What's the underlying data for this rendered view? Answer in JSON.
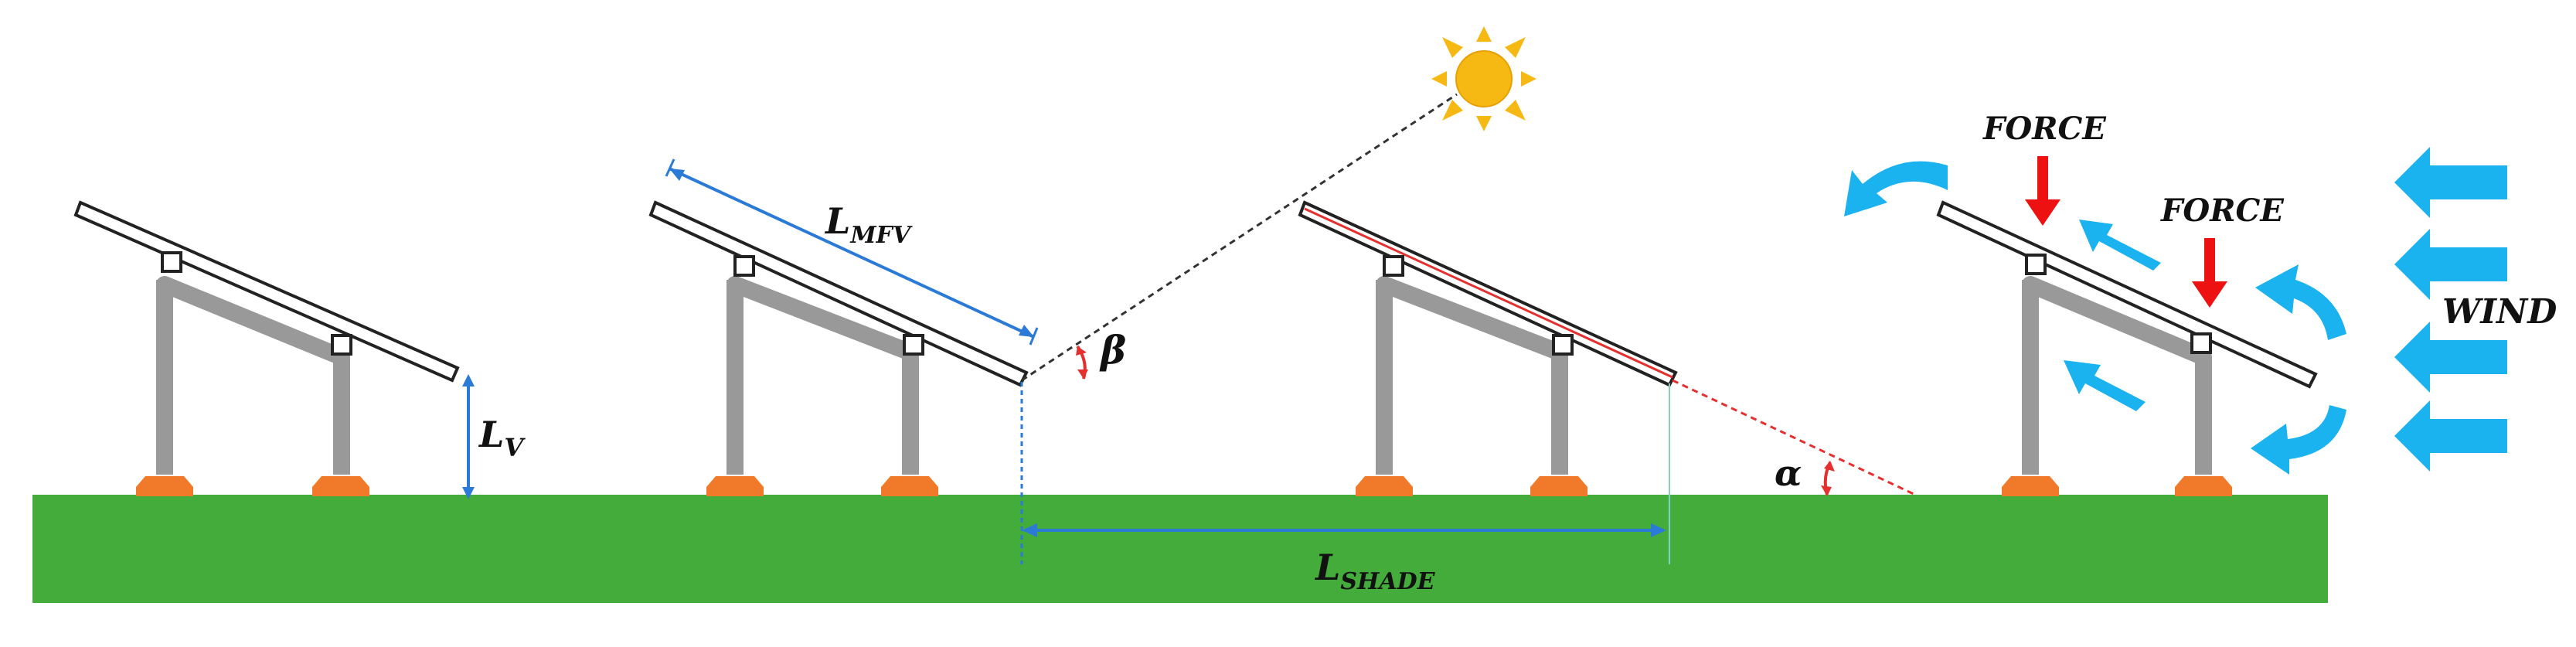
{
  "labels": {
    "l_v_main": "L",
    "l_v_sub": "V",
    "l_mfv_main": "L",
    "l_mfv_sub": "MFV",
    "beta": "β",
    "alpha": "α",
    "l_shade_main": "L",
    "l_shade_sub": "SHADE",
    "force_1": "FORCE",
    "force_2": "FORCE",
    "wind": "WIND"
  },
  "colors": {
    "ground": "#43ac3a",
    "post": "#999999",
    "foot": "#f07a2a",
    "panel_stroke": "#222222",
    "dimension": "#2b7bd6",
    "shadow_line": "#e53030",
    "force_arrow": "#ee1111",
    "wind_arrow": "#1ab3ef",
    "sun": "#f6b914"
  },
  "icons": {
    "sun": "sun-icon",
    "force": "down-arrow-icon",
    "wind": "wind-arrow-icon"
  }
}
